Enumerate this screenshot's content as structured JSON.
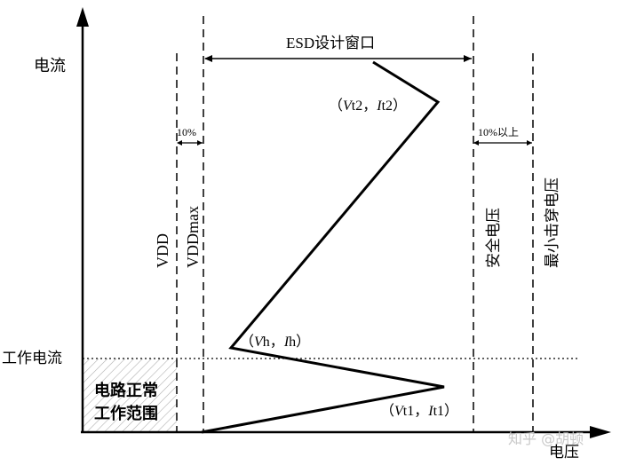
{
  "labels": {
    "y_axis": "电流",
    "x_axis": "电压",
    "operating_current": "工作电流",
    "normal_region_line1": "电路正常",
    "normal_region_line2": "工作范围",
    "vdd": "VDD",
    "vddmax": "VDDmax",
    "esd_window": "ESD设计窗口",
    "safe_voltage": "安全电压",
    "min_breakdown_voltage": "最小击穿电压",
    "margin_10": "10%",
    "margin_10_above": "10%以上",
    "watermark": "知乎 @胡顿"
  },
  "points": {
    "t2": {
      "open": "（",
      "v": "V",
      "v_sub": "t2",
      "sep": "，",
      "i": "I",
      "i_sub": "t2",
      "close": "）"
    },
    "h": {
      "open": "（",
      "v": "V",
      "v_sub": "h",
      "sep": "，",
      "i": "I",
      "i_sub": "h",
      "close": "）"
    },
    "t1": {
      "open": "（",
      "v": "V",
      "v_sub": "t1",
      "sep": "，",
      "i": "I",
      "i_sub": "t1",
      "close": "）"
    }
  },
  "colors": {
    "line": "#000000",
    "hatch": "#b0b0b0",
    "watermark": "#c8c8c8"
  }
}
